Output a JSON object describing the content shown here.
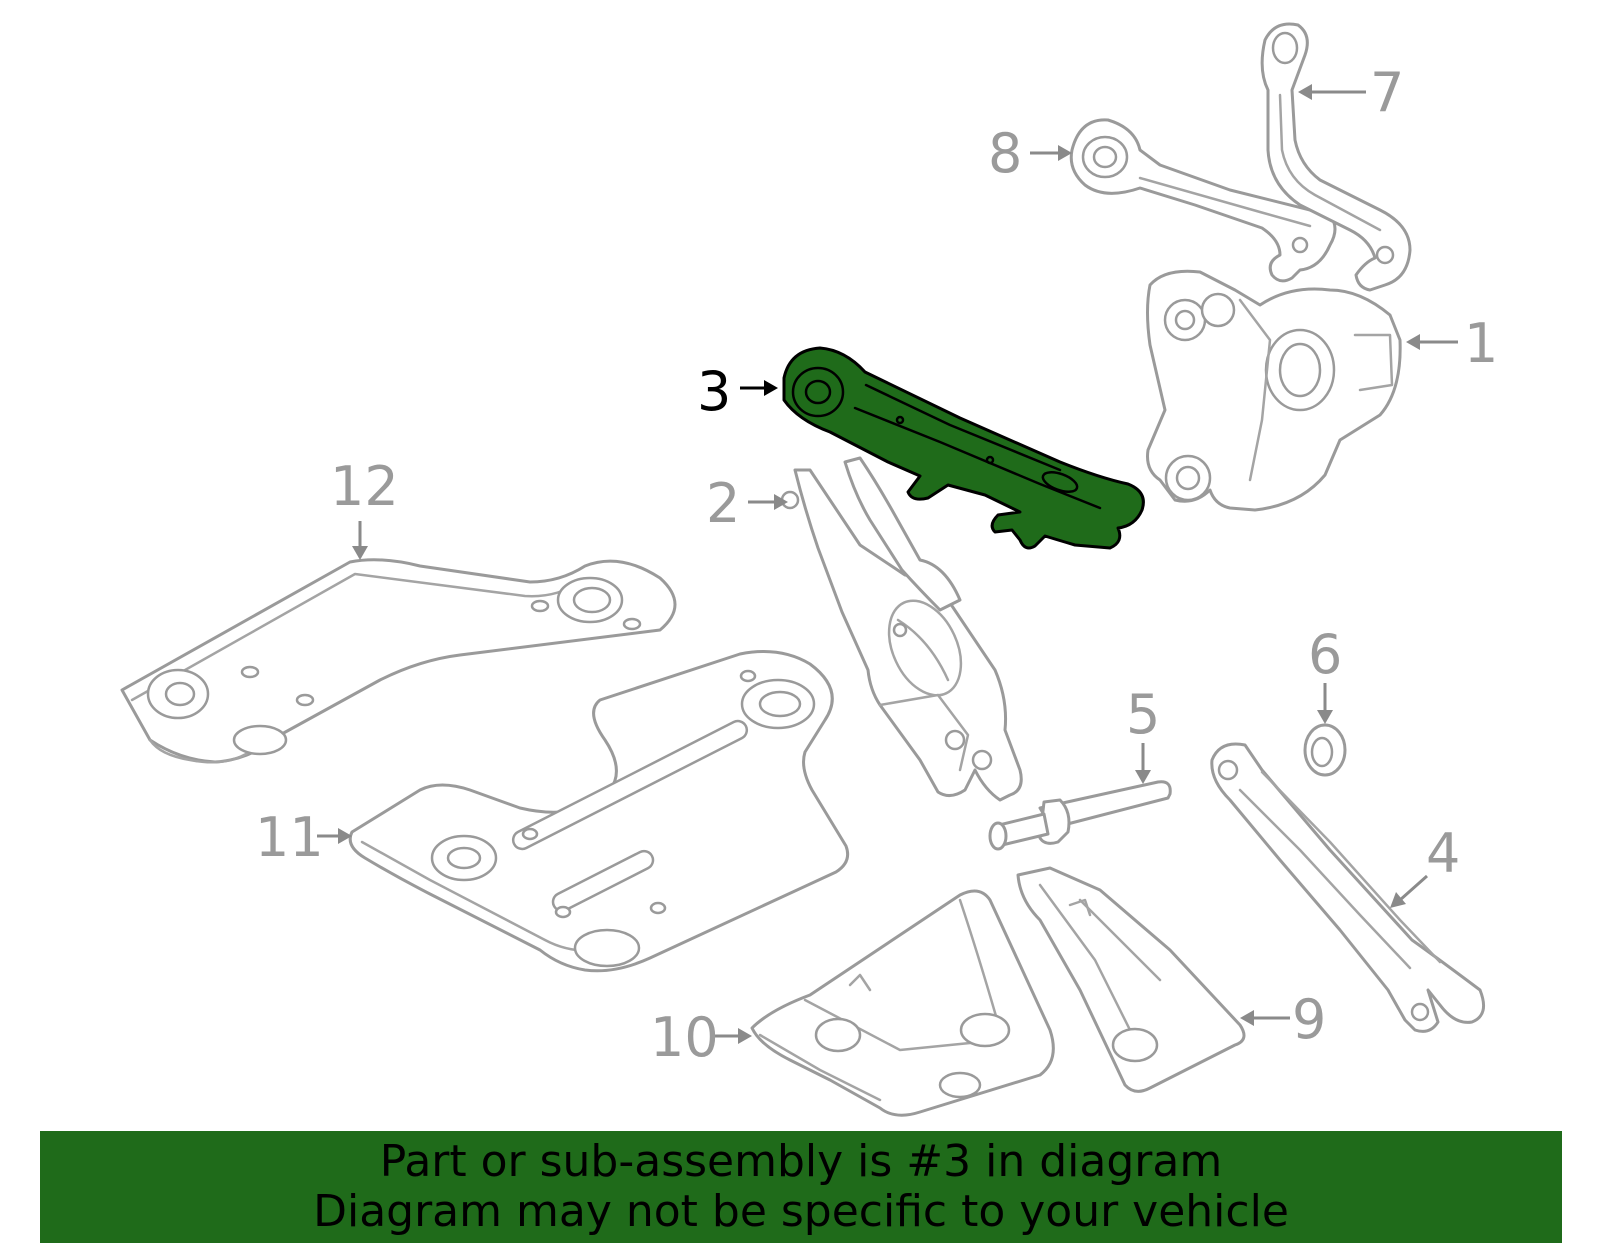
{
  "diagram": {
    "highlighted_part": "3",
    "callouts": [
      "1",
      "2",
      "3",
      "4",
      "5",
      "6",
      "7",
      "8",
      "9",
      "10",
      "11",
      "12"
    ],
    "colors": {
      "highlight": "#1f6b1a",
      "line_art": "#9a9a9a",
      "callout_text": "#9a9a9a",
      "highlight_text": "#000000",
      "background": "#ffffff"
    }
  },
  "banner": {
    "line1": "Part or sub-assembly is #3 in diagram",
    "line2": "Diagram may not be specific to your vehicle"
  }
}
